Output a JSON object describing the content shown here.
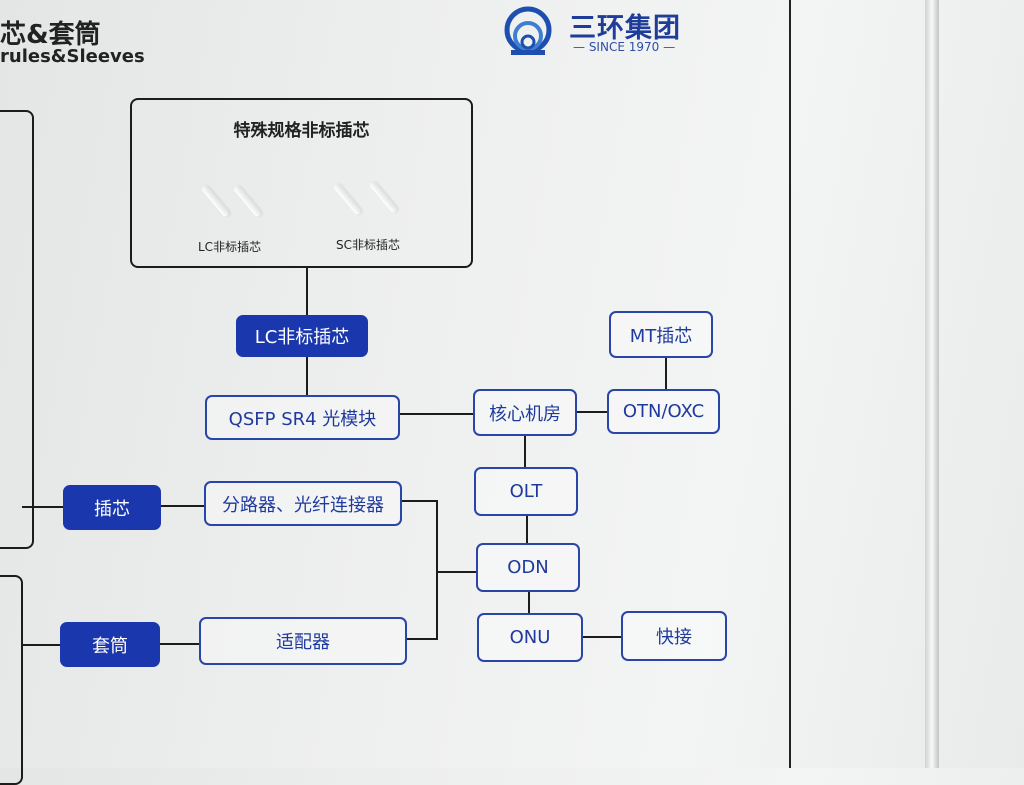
{
  "header": {
    "title_cn": "芯&套筒",
    "title_en": "rules&Sleeves"
  },
  "logo": {
    "name": "三环集团",
    "since": "— SINCE 1970 —"
  },
  "special": {
    "title": "特殊规格非标插芯",
    "lc": "LC非标插芯",
    "sc": "SC非标插芯"
  },
  "nodes": {
    "lc_ferrule": "LC非标插芯",
    "qsfp": "QSFP SR4 光模块",
    "core": "核心机房",
    "mt": "MT插芯",
    "otn": "OTN/OXC",
    "olt": "OLT",
    "ferrule": "插芯",
    "splitter": "分路器、光纤连接器",
    "odn": "ODN",
    "sleeve": "套筒",
    "adapter": "适配器",
    "onu": "ONU",
    "quick": "快接"
  },
  "colors": {
    "accent": "#1b37ad",
    "line": "#1c1c1c"
  }
}
